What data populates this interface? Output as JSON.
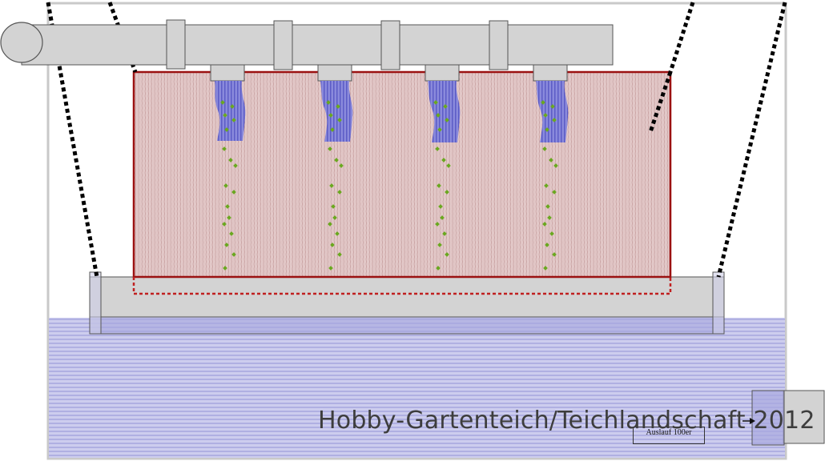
{
  "diagram": {
    "watermark": "Hobby-Gartenteich/Teichlandschaft 2012",
    "outlet_label": "Auslauf 100er",
    "inlet_count": 4,
    "colors": {
      "pipe_fill": "#d3d3d3",
      "pipe_stroke": "#555555",
      "screen_fill": "#e6cfcf",
      "screen_stroke": "#9b1111",
      "screen_pattern": "#c49a9a",
      "water_fill": "#c9c9ec",
      "water_stripe": "#a9a9df",
      "stream_fill": "#7f7fd6",
      "droplet": "#6aa820",
      "guide_dots": "#000000"
    }
  }
}
